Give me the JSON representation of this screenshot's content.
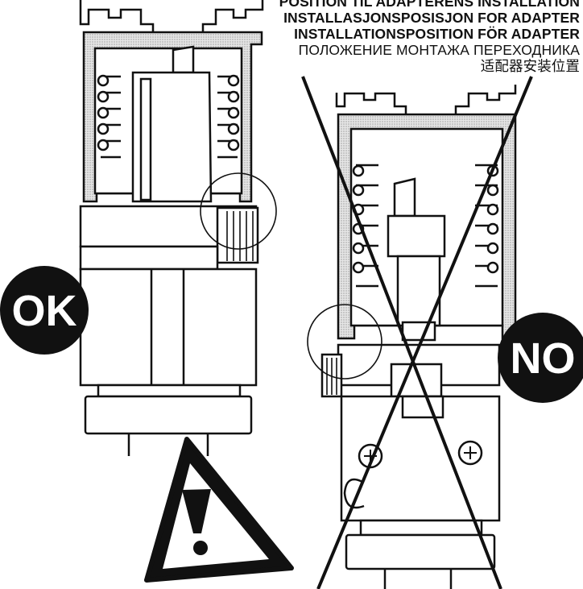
{
  "header": {
    "lines": [
      "POSITION TIL ADAPTERENS INSTALLATION",
      "INSTALLASJONSPOSISJON FOR ADAPTER",
      "INSTALLATIONSPOSITION FÖR ADAPTER",
      "ПОЛОЖЕНИЕ МОНТАЖА ПЕРЕХОДНИКА",
      "适配器安装位置"
    ]
  },
  "badges": {
    "ok": "OK",
    "no": "NO"
  },
  "colors": {
    "ink": "#111111",
    "paper": "#ffffff",
    "hatch": "#bdbdbd"
  },
  "icons": {
    "warning": "warning-triangle-icon",
    "cross": "cross-out-icon"
  }
}
